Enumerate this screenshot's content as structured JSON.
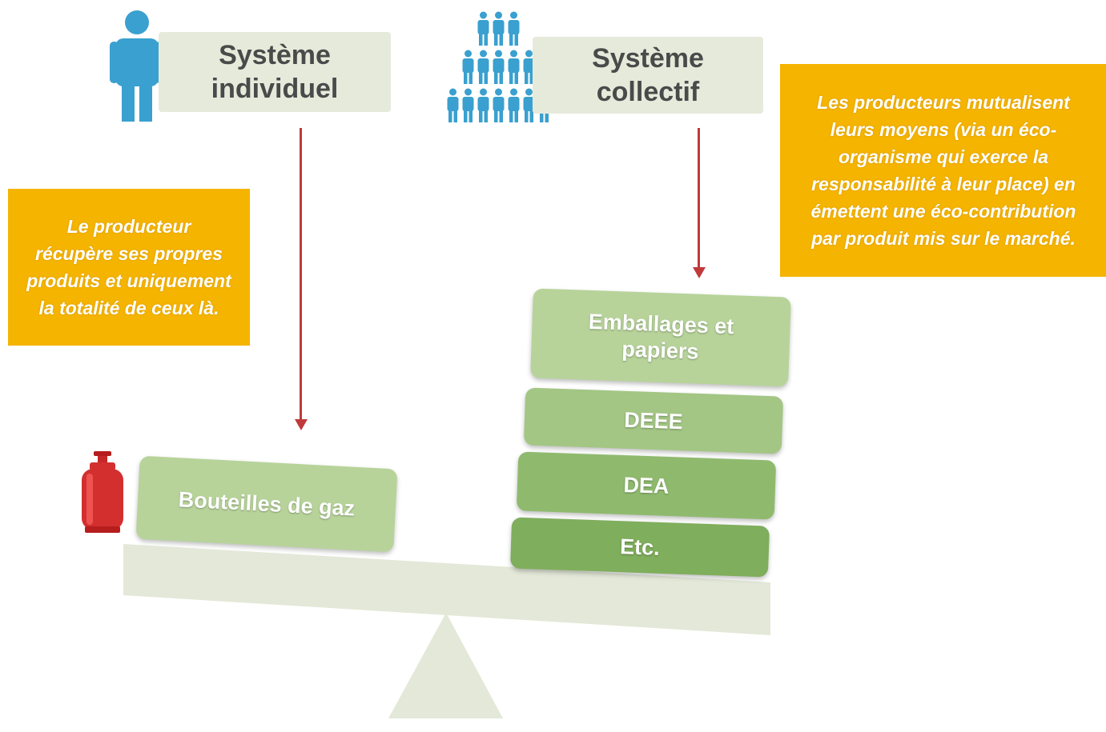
{
  "individual": {
    "title_line1": "Système",
    "title_line2": "individuel",
    "icon": "person-icon",
    "note": "Le producteur récupère ses propres produits et uniquement la totalité de ceux là."
  },
  "collective": {
    "title_line1": "Système",
    "title_line2": "collectif",
    "icon": "group-icon",
    "note": "Les producteurs mutualisent leurs moyens (via un éco-organisme qui exerce la responsabilité à leur place) en émettent une éco-contribution par produit mis sur le marché."
  },
  "scale": {
    "left_item": "Bouteilles de gaz",
    "left_icon": "gas-bottle-icon",
    "right_items": [
      "Emballages et papiers",
      "DEEE",
      "DEA",
      "Etc."
    ]
  },
  "colors": {
    "system_box": "#e6eadb",
    "note": "#f5b400",
    "arrow": "#c0393b",
    "icon": "#3aa0cf",
    "block_light": "#a9c98b",
    "block_mid": "#94bd72",
    "block_dark": "#7fae5c",
    "beam": "#e3e8d8"
  }
}
